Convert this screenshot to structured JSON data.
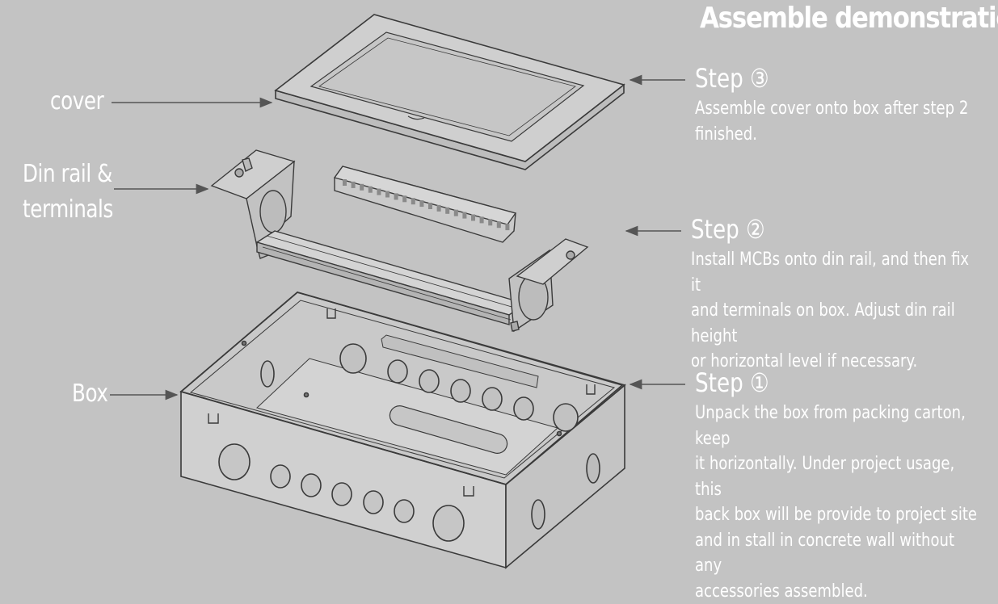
{
  "title": "Assemble demonstration",
  "labels": {
    "cover": "cover",
    "din_rail_line1": "Din rail &",
    "din_rail_line2": "terminals",
    "box": "Box"
  },
  "steps": [
    {
      "heading": "Step ③",
      "text": "Assemble cover onto box after step 2\nfinished."
    },
    {
      "heading": "Step ②",
      "text": "Install  MCBs onto din rail, and then fix it\nand terminals on box. Adjust din rail height\nor horizontal level if necessary."
    },
    {
      "heading": "Step ①",
      "text": "Unpack the box from packing carton, keep\nit horizontally. Under project usage, this\nback box will be provide to project site\nand in stall in concrete wall without any\naccessories assembled."
    }
  ],
  "colors": {
    "background": "#c3c3c3",
    "text": "#ffffff",
    "line": "#3a3a3a",
    "part_fill": "#cfcfcf"
  }
}
